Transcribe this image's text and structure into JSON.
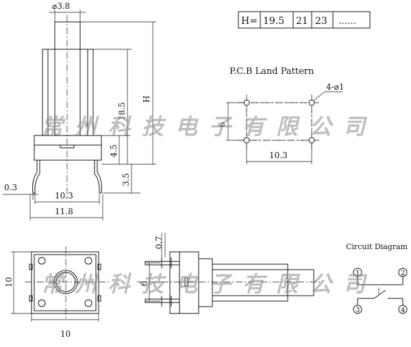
{
  "h_table": {
    "label": "H=",
    "values": [
      "19.5",
      "21",
      "23",
      "……"
    ]
  },
  "side_view": {
    "dim_top_dia": "⌀3.8",
    "dim_h": "H",
    "dim_body_height": "18.5",
    "dim_step": "4.5",
    "dim_pin_height": "3.5",
    "dim_pin_thickness": "0.3",
    "dim_pin_span": "10.3",
    "dim_total_width": "11.8"
  },
  "pcb": {
    "title": "P.C.B Land Pattern",
    "hole_callout": "4-⌀1",
    "dim_vertical": "6",
    "dim_horizontal": "10.3"
  },
  "bottom_view": {
    "dim_side": "10",
    "dim_bottom": "10"
  },
  "side_view_2": {
    "dim_pin_width": "0.7",
    "dim_pin_pitch": "6"
  },
  "circuit": {
    "title": "Circuit Diagram",
    "pins": [
      "1",
      "2",
      "3",
      "4"
    ]
  },
  "watermark": {
    "text": "常州科技电子有限公司",
    "color": "#9a9a9a"
  }
}
